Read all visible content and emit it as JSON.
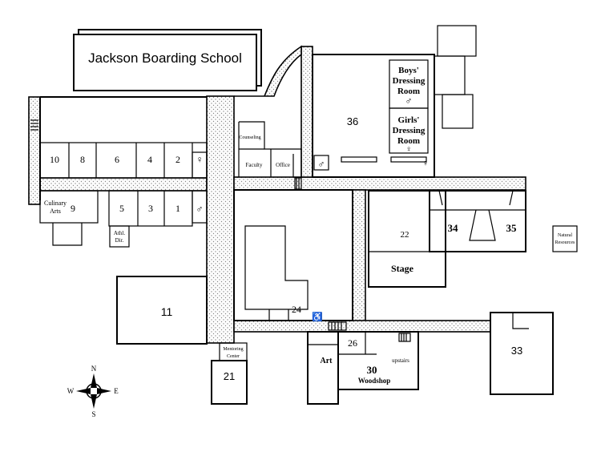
{
  "title": "Jackson Boarding School",
  "rooms": {
    "r10": "10",
    "r8": "8",
    "r6": "6",
    "r4": "4",
    "r2": "2",
    "r9": "9",
    "r5": "5",
    "r3": "3",
    "r1": "1",
    "r11": "11",
    "r21": "21",
    "r22": "22",
    "r24": "24",
    "r26": "26",
    "r30": "30",
    "r33": "33",
    "r34": "34",
    "r35": "35",
    "r36": "36"
  },
  "labels": {
    "culinary_line1": "Culinary",
    "culinary_line2": "Arts",
    "athl_line1": "Athl.",
    "athl_line2": "Dir.",
    "counseling": "Counseling",
    "faculty": "Faculty",
    "office": "Office",
    "boys_line1": "Boys'",
    "boys_line2": "Dressing",
    "boys_line3": "Room",
    "girls_line1": "Girls'",
    "girls_line2": "Dressing",
    "girls_line3": "Room",
    "stage": "Stage",
    "natural_line1": "Natural",
    "natural_line2": "Resources",
    "mentoring_line1": "Mentoring",
    "mentoring_line2": "Center",
    "art": "Art",
    "woodshop": "Woodshop",
    "upstairs": "upstairs"
  },
  "compass": {
    "n": "N",
    "s": "S",
    "e": "E",
    "w": "W"
  },
  "icons": [
    "female-restroom-icon",
    "male-restroom-icon",
    "wheelchair-icon",
    "stairs-icon",
    "compass-rose-icon"
  ]
}
